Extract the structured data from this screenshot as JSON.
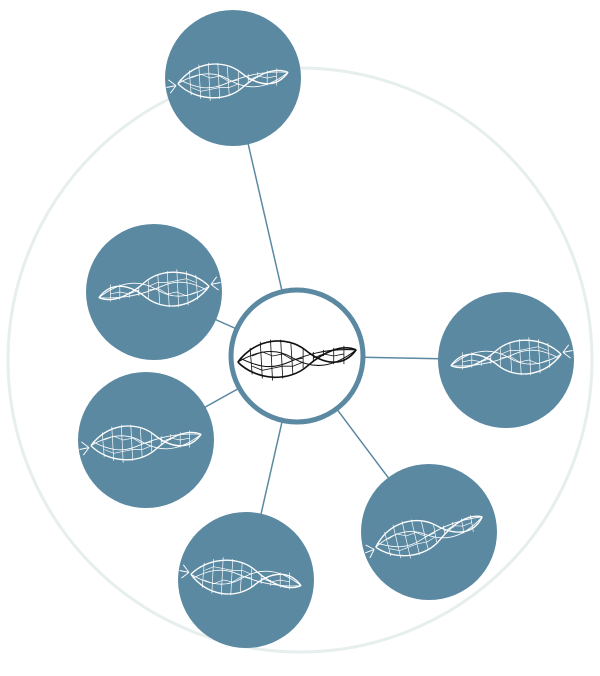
{
  "diagram": {
    "layout": "hub-and-spoke",
    "colors": {
      "background": "#ffffff",
      "outer_ring": "#e6eeee",
      "node_fill": "#5b89a2",
      "node_fill_shadow": "#4f7890",
      "connector": "#5b89a2",
      "center_fill": "#ffffff",
      "center_border": "#5b89a2",
      "center_wire": "#111111",
      "satellite_wire": "#ffffff"
    },
    "center": {
      "name": "center-node",
      "icon": "twisted-mesh-icon"
    },
    "satellites": [
      {
        "name": "satellite-top",
        "icon": "twisted-mesh-icon"
      },
      {
        "name": "satellite-upper-left",
        "icon": "twisted-mesh-icon"
      },
      {
        "name": "satellite-middle-left",
        "icon": "twisted-mesh-icon"
      },
      {
        "name": "satellite-bottom-left",
        "icon": "twisted-mesh-icon"
      },
      {
        "name": "satellite-bottom-right",
        "icon": "twisted-mesh-icon"
      },
      {
        "name": "satellite-right",
        "icon": "twisted-mesh-icon"
      }
    ]
  }
}
